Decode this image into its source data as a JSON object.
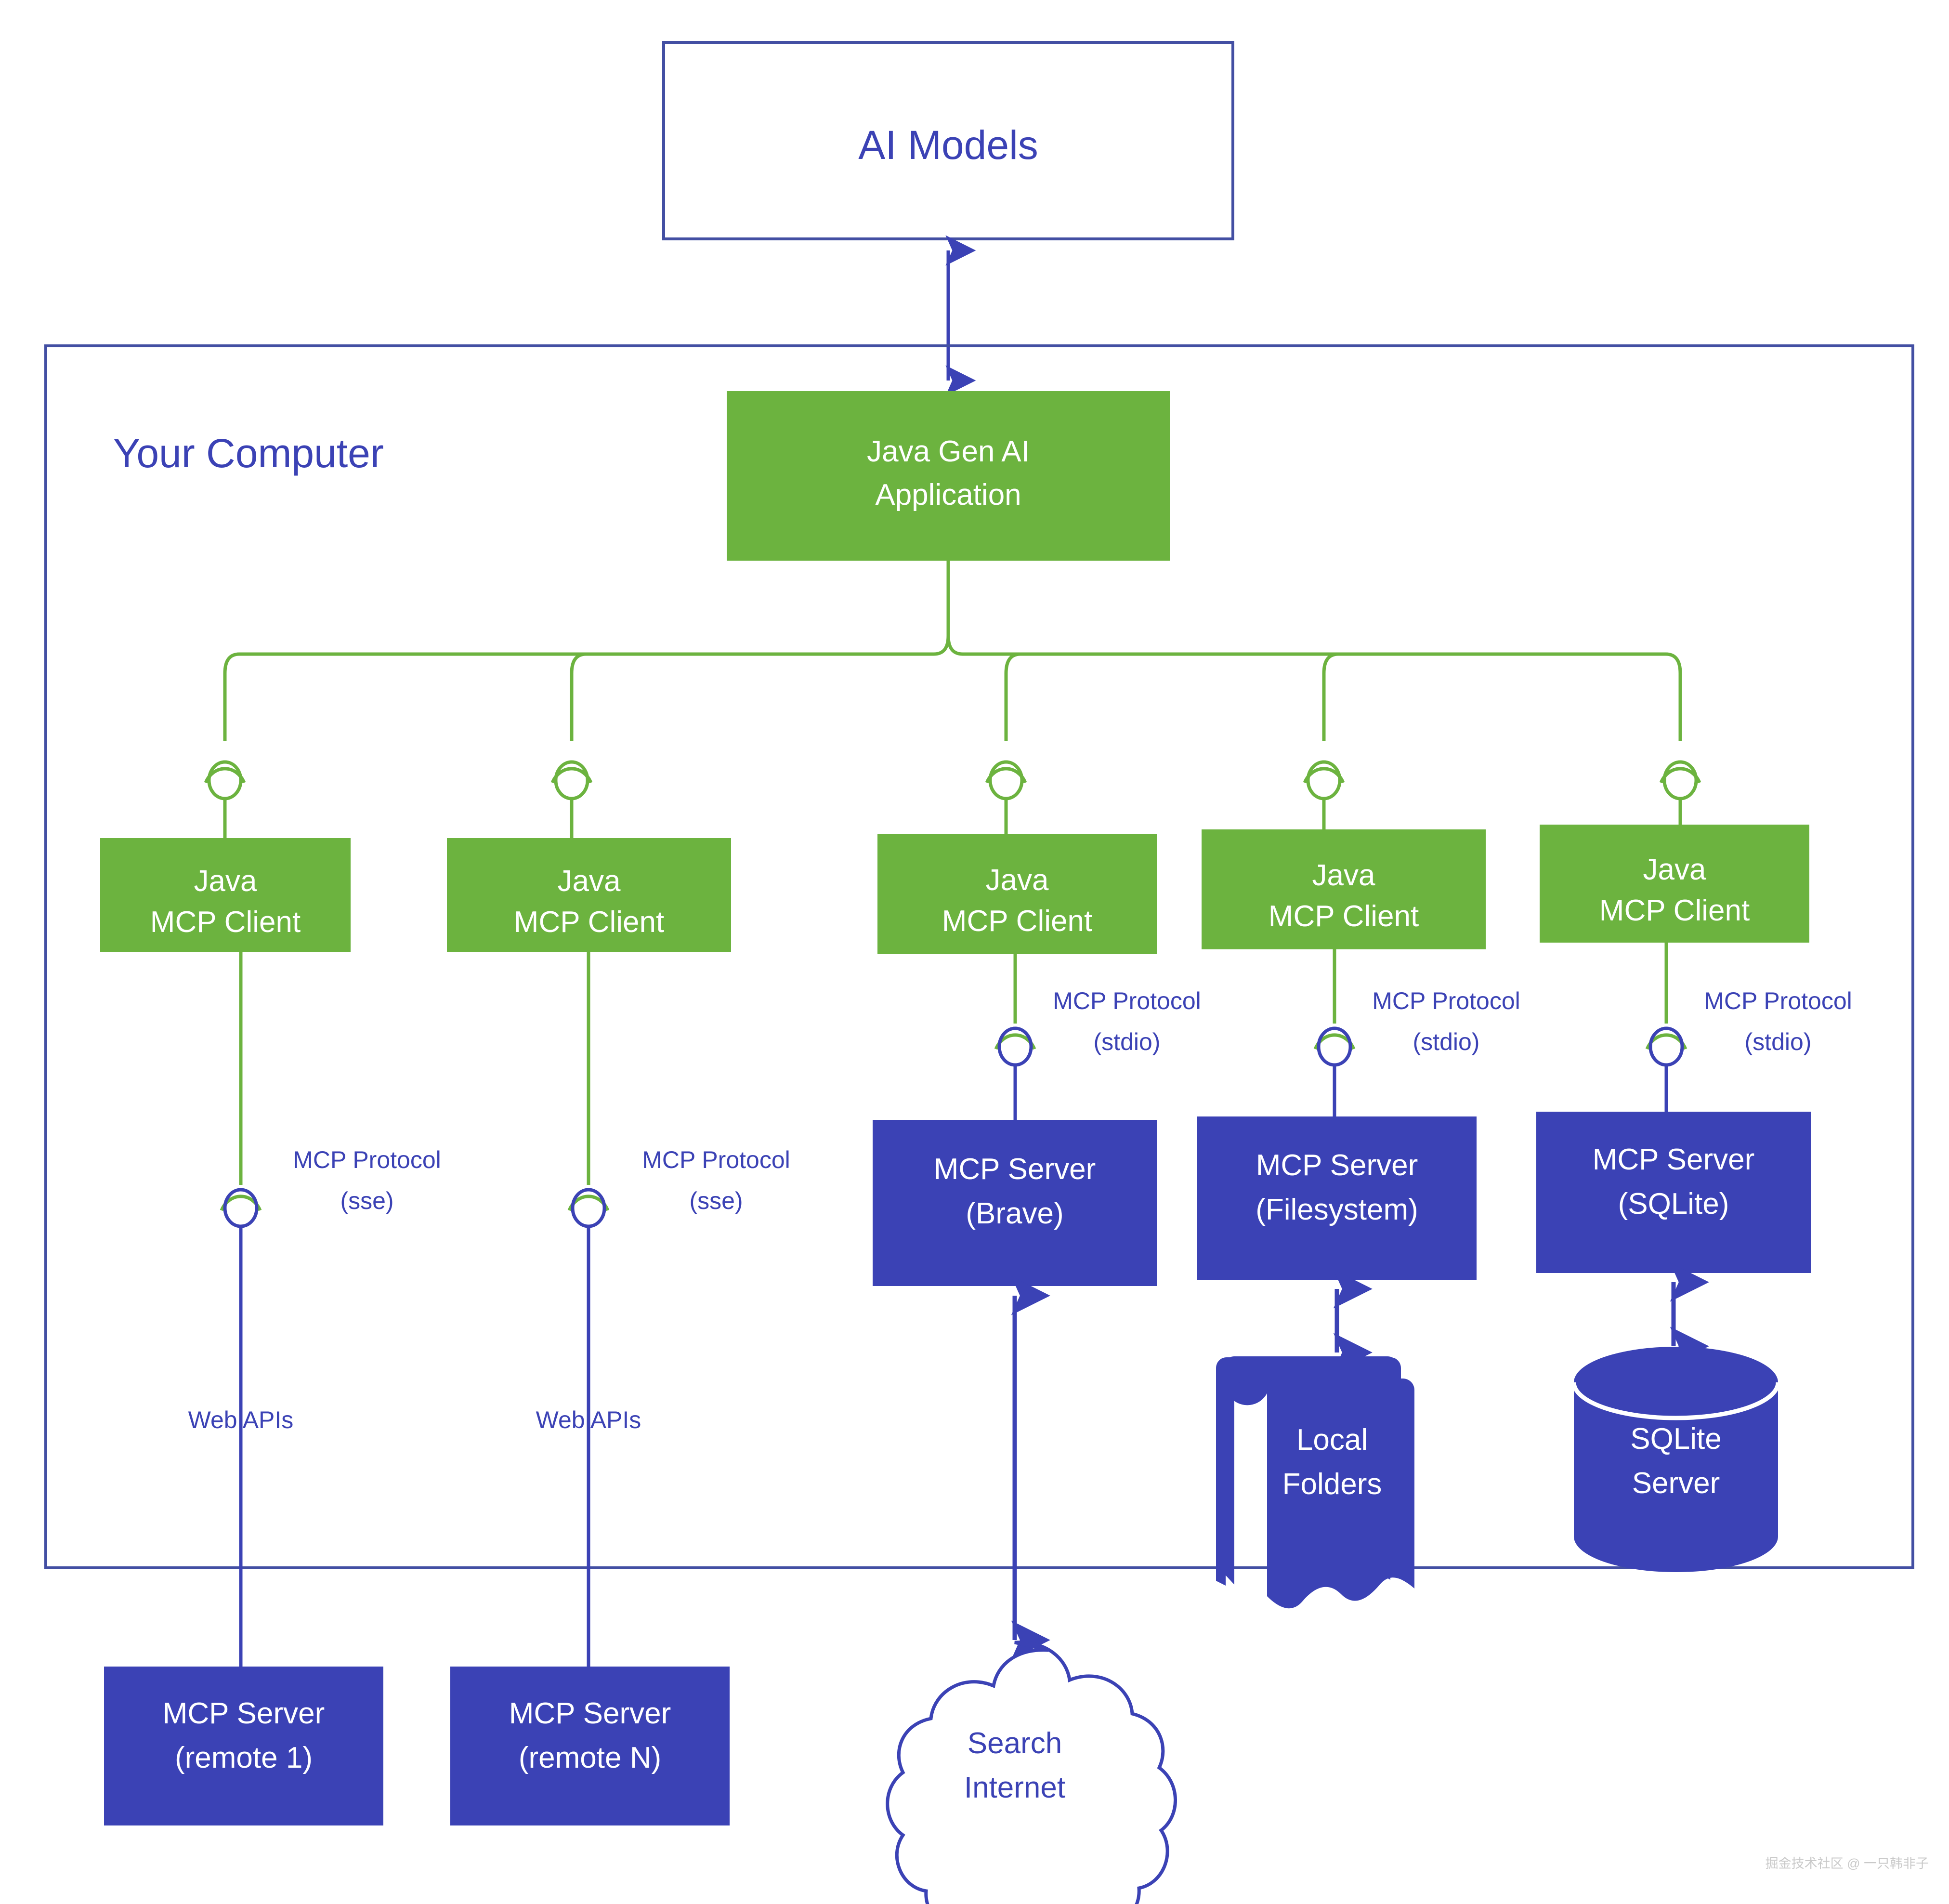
{
  "diagram": {
    "title_top": "AI Models",
    "zone_label": "Your Computer",
    "app_box": {
      "line1": "Java Gen AI",
      "line2": "Application"
    },
    "clients": [
      {
        "line1": "Java",
        "line2": "MCP Client"
      },
      {
        "line1": "Java",
        "line2": "MCP Client"
      },
      {
        "line1": "Java",
        "line2": "MCP Client"
      },
      {
        "line1": "Java",
        "line2": "MCP Client"
      },
      {
        "line1": "Java",
        "line2": "MCP Client"
      }
    ],
    "protocol_labels": [
      {
        "line1": "MCP Protocol",
        "line2": "(sse)"
      },
      {
        "line1": "MCP Protocol",
        "line2": "(sse)"
      },
      {
        "line1": "MCP Protocol",
        "line2": "(stdio)"
      },
      {
        "line1": "MCP Protocol",
        "line2": "(stdio)"
      },
      {
        "line1": "MCP Protocol",
        "line2": "(stdio)"
      }
    ],
    "web_api_labels": [
      "Web APIs",
      "Web APIs"
    ],
    "local_servers": [
      {
        "line1": "MCP Server",
        "line2": "(Brave)"
      },
      {
        "line1": "MCP Server",
        "line2": "(Filesystem)"
      },
      {
        "line1": "MCP Server",
        "line2": "(SQLite)"
      }
    ],
    "remote_servers": [
      {
        "line1": "MCP Server",
        "line2": "(remote 1)"
      },
      {
        "line1": "MCP Server",
        "line2": "(remote N)"
      }
    ],
    "resources": [
      {
        "line1": "Local",
        "line2": "Folders",
        "shape": "folder-stack"
      },
      {
        "line1": "SQLite",
        "line2": "Server",
        "shape": "cylinder"
      }
    ],
    "cloud": {
      "line1": "Search",
      "line2": "Internet",
      "shape": "cloud"
    },
    "watermark": "掘金技术社区 @ 一只韩非子",
    "colors": {
      "green": "#6CB33F",
      "blue": "#3B42B5",
      "background": "#FFFFFF",
      "border_blue": "#434FA3"
    }
  }
}
